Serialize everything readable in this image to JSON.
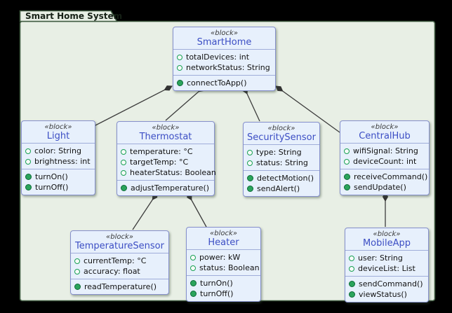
{
  "diagram": {
    "type": "uml-block-definition-diagram",
    "package_title": "Smart Home System",
    "colors": {
      "canvas_background": "#000000",
      "package_fill": "#E8EFE5",
      "package_border": "#3F5A40",
      "block_fill": "#E7F0FC",
      "block_border": "#8690CC",
      "block_name_text": "#3C4EC4",
      "member_text": "#121212",
      "attribute_icon": "#18A053",
      "operation_icon": "#2BA45C",
      "connector": "#3C3C3C"
    }
  },
  "blocks": [
    {
      "name": "SmartHome",
      "stereotype": "«block»",
      "attributes": [
        "totalDevices: int",
        "networkStatus: String"
      ],
      "operations": [
        "connectToApp()"
      ]
    },
    {
      "name": "Light",
      "stereotype": "«block»",
      "attributes": [
        "color: String",
        "brightness: int"
      ],
      "operations": [
        "turnOn()",
        "turnOff()"
      ]
    },
    {
      "name": "Thermostat",
      "stereotype": "«block»",
      "attributes": [
        "temperature: °C",
        "targetTemp: °C",
        "heaterStatus: Boolean"
      ],
      "operations": [
        "adjustTemperature()"
      ]
    },
    {
      "name": "SecuritySensor",
      "stereotype": "«block»",
      "attributes": [
        "type: String",
        "status: String"
      ],
      "operations": [
        "detectMotion()",
        "sendAlert()"
      ]
    },
    {
      "name": "CentralHub",
      "stereotype": "«block»",
      "attributes": [
        "wifiSignal: String",
        "deviceCount: int"
      ],
      "operations": [
        "receiveCommand()",
        "sendUpdate()"
      ]
    },
    {
      "name": "TemperatureSensor",
      "stereotype": "«block»",
      "attributes": [
        "currentTemp: °C",
        "accuracy: float"
      ],
      "operations": [
        "readTemperature()"
      ]
    },
    {
      "name": "Heater",
      "stereotype": "«block»",
      "attributes": [
        "power: kW",
        "status: Boolean"
      ],
      "operations": [
        "turnOn()",
        "turnOff()"
      ]
    },
    {
      "name": "MobileApp",
      "stereotype": "«block»",
      "attributes": [
        "user: String",
        "deviceList: List"
      ],
      "operations": [
        "sendCommand()",
        "viewStatus()"
      ]
    }
  ],
  "relationships": [
    {
      "parent": "SmartHome",
      "child": "Light",
      "type": "composition"
    },
    {
      "parent": "SmartHome",
      "child": "Thermostat",
      "type": "composition"
    },
    {
      "parent": "SmartHome",
      "child": "SecuritySensor",
      "type": "composition"
    },
    {
      "parent": "SmartHome",
      "child": "CentralHub",
      "type": "composition"
    },
    {
      "parent": "Thermostat",
      "child": "TemperatureSensor",
      "type": "composition"
    },
    {
      "parent": "Thermostat",
      "child": "Heater",
      "type": "composition"
    },
    {
      "parent": "CentralHub",
      "child": "MobileApp",
      "type": "composition"
    }
  ]
}
